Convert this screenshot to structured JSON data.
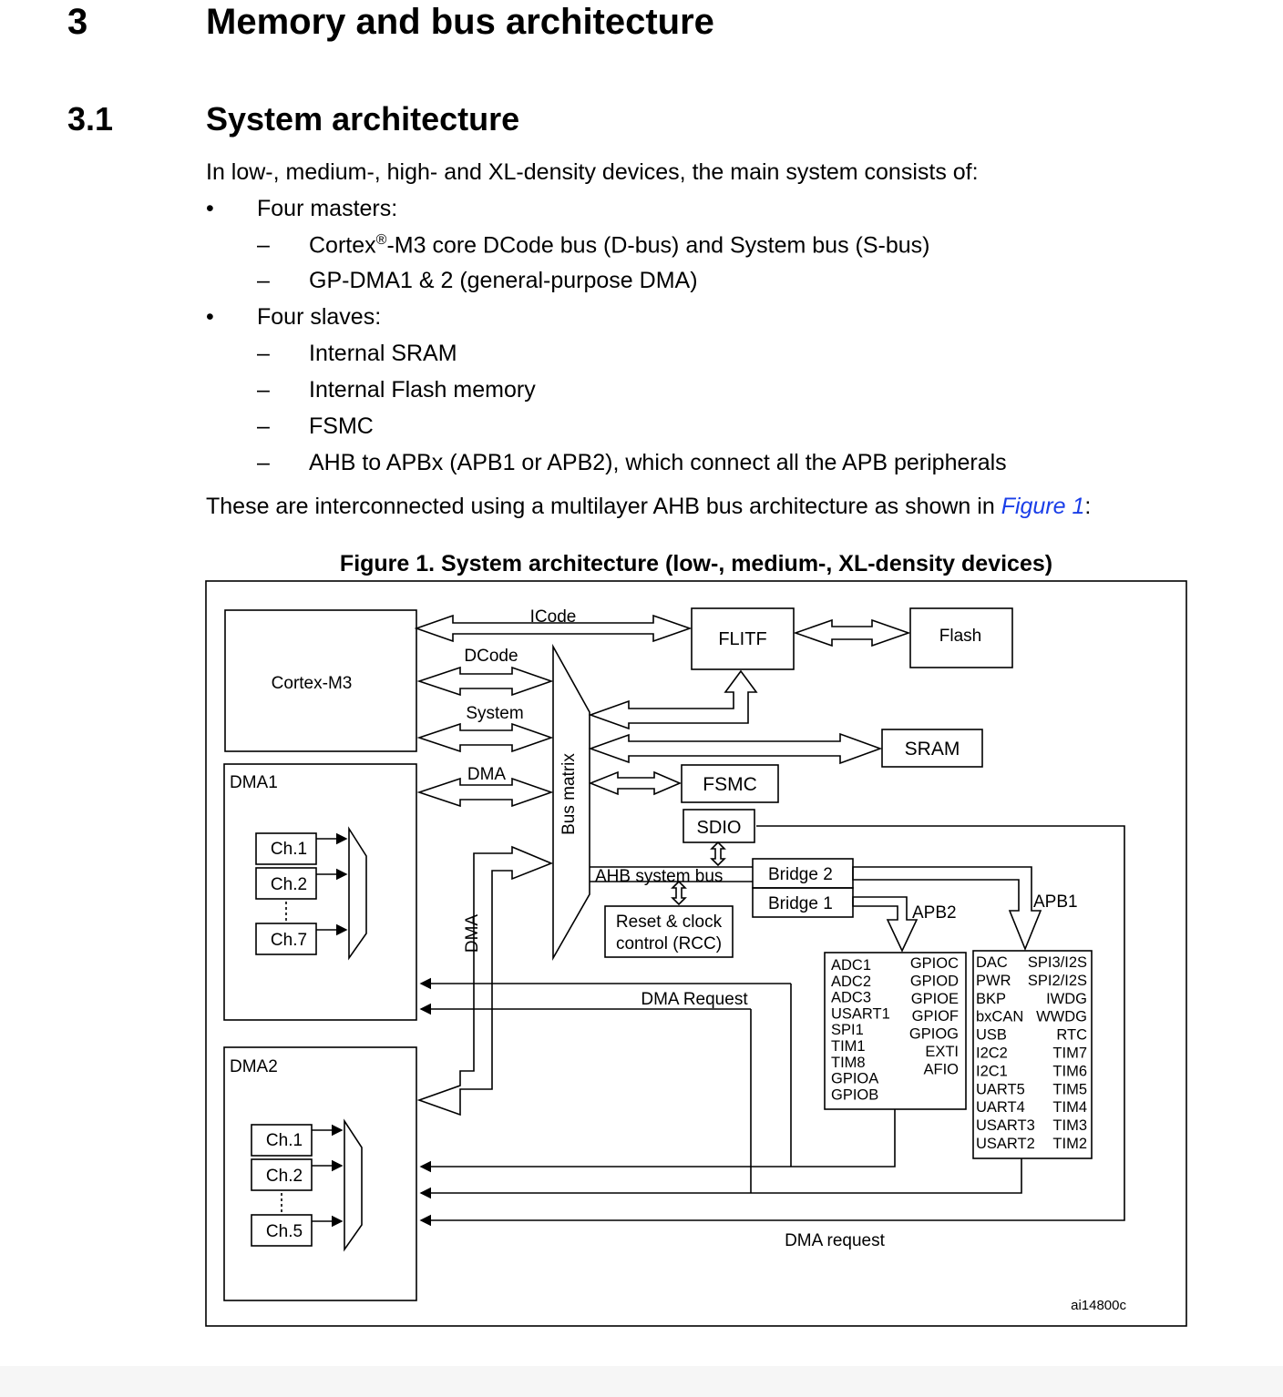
{
  "heading1": {
    "number": "3",
    "title": "Memory and bus architecture"
  },
  "heading2": {
    "number": "3.1",
    "title": "System architecture"
  },
  "intro": "In low-, medium-, high- and XL-density devices, the main system consists of:",
  "bullets": [
    {
      "label": "Four masters:",
      "items": [
        "Cortex",
        "-M3 core DCode bus (D-bus) and System bus (S-bus)",
        "GP-DMA1 & 2 (general-purpose DMA)"
      ]
    },
    {
      "label": "Four slaves:",
      "items": [
        "Internal SRAM",
        "Internal Flash memory",
        "FSMC",
        "AHB to APBx (APB1 or APB2), which connect all the APB peripherals"
      ]
    }
  ],
  "registered_mark": "®",
  "bullet_glyph": "•",
  "dash_glyph": "–",
  "closing": {
    "before": "These are interconnected using a multilayer AHB bus architecture as shown in ",
    "link": "Figure 1",
    "after": ":"
  },
  "figure": {
    "title": "Figure 1. System architecture (low-, medium-, XL-density devices)",
    "blocks": {
      "cortex": "Cortex-M3",
      "flitf": "FLITF",
      "flash": "Flash",
      "sram": "SRAM",
      "fsmc": "FSMC",
      "sdio": "SDIO",
      "bridge2": "Bridge  2",
      "bridge1": "Bridge  1",
      "rcc_line1": "Reset & clock",
      "rcc_line2": "control (RCC)",
      "dma1": "DMA1",
      "dma2": "DMA2",
      "bus_matrix": "Bus matrix"
    },
    "buses": {
      "icode": "ICode",
      "dcode": "DCode",
      "system": "System",
      "dma": "DMA",
      "dma_vertical": "DMA",
      "ahb": "AHB system bus",
      "apb2": "APB2",
      "apb1": "APB1"
    },
    "dma1_channels": [
      "Ch.1",
      "Ch.2",
      "Ch.7"
    ],
    "dma2_channels": [
      "Ch.1",
      "Ch.2",
      "Ch.5"
    ],
    "apb2_left": [
      "ADC1",
      "ADC2",
      "ADC3",
      "USART1",
      "SPI1",
      "TIM1",
      "TIM8",
      "GPIOA",
      "GPIOB"
    ],
    "apb2_right": [
      "GPIOC",
      "GPIOD",
      "GPIOE",
      "GPIOF",
      "GPIOG",
      "EXTI",
      "AFIO"
    ],
    "apb1_left": [
      "DAC",
      "PWR",
      "BKP",
      "bxCAN",
      "USB",
      "I2C2",
      "I2C1",
      "UART5",
      "UART4",
      "USART3",
      "USART2"
    ],
    "apb1_right": [
      "SPI3/I2S",
      "SPI2/I2S",
      "IWDG",
      "WWDG",
      "RTC",
      "TIM7",
      "TIM6",
      "TIM5",
      "TIM4",
      "TIM3",
      "TIM2"
    ],
    "dma_request_1": "DMA Request",
    "dma_request_2": "DMA request",
    "ref": "ai14800c"
  },
  "colors": {
    "link": "#1a3ee8",
    "line": "#000000"
  }
}
